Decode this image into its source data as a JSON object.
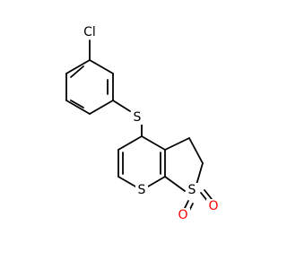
{
  "molecule": {
    "atoms": {
      "cl": {
        "symbol": "Cl",
        "color": "#000000"
      },
      "s_thioether": {
        "symbol": "S",
        "color": "#000000"
      },
      "s_ring": {
        "symbol": "S",
        "color": "#000000"
      },
      "s_sulfone": {
        "symbol": "S",
        "color": "#000000"
      },
      "o_upper": {
        "symbol": "O",
        "color": "#ff0000"
      },
      "o_lower": {
        "symbol": "O",
        "color": "#ff0000"
      }
    }
  }
}
